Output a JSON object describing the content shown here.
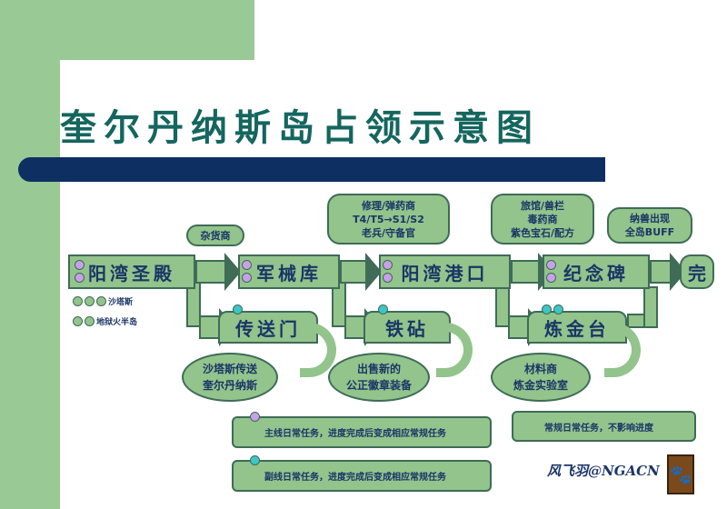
{
  "title": "奎尔丹纳斯岛占领示意图",
  "stages": [
    "阳湾圣殿",
    "军械库",
    "阳湾港口",
    "纪念碑",
    "完"
  ],
  "bubbles": {
    "b1": [
      "杂货商"
    ],
    "b2": [
      "修理/弹药商",
      "T4/T5→S1/S2",
      "老兵/守备官"
    ],
    "b3": [
      "旅馆/兽栏",
      "毒药商",
      "紫色宝石/配方"
    ],
    "b4": [
      "纳兽出现",
      "全岛BUFF"
    ]
  },
  "sub_stages": [
    "传送门",
    "铁砧",
    "炼金台"
  ],
  "results": {
    "r1": [
      "沙塔斯传送",
      "奎尔丹纳斯"
    ],
    "r2": [
      "出售新的",
      "公正徽章装备"
    ],
    "r3": [
      "材料商",
      "炼金实验室"
    ]
  },
  "legend": [
    "沙塔斯",
    "地狱火半岛"
  ],
  "notes": [
    "主线日常任务，进度完成后变成相应常规任务",
    "副线日常任务，进度完成后变成相应常规任务",
    "常规日常任务，不影响进度"
  ],
  "signature": "风飞羽@NGACN",
  "colors": {
    "green": "#92c48c",
    "navy": "#0e2f62",
    "title": "#14665e",
    "purple": "#c9a0e8",
    "cyan": "#3cc6c8"
  }
}
